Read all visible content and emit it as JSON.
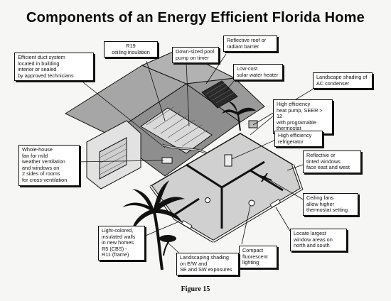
{
  "title": "Components of an Energy Efficient Florida Home",
  "callouts": {
    "duct": "Efficient duct system\nlocated in building\ninterior or sealed\nby approved technicians",
    "ceiling_insulation": "R19\nceiling insulation",
    "pool_pump": "Down-sized pool\npump on timer",
    "reflective_roof": "Reflective roof or\nradiant barrier",
    "solar_water": "Low-cost\nsolar water heater",
    "landscape_ac": "Landscape shading of\nAC condenser",
    "heat_pump": "High efficiency\nheat pump, SEER > 12\nwith programable\nthermostat",
    "refrigerator": "High efficiency\nrefrigerator",
    "tinted_windows": "Reflective or\ntinted windows\nface east and west",
    "whole_house_fan": "Whole-house\nfan for mild\nweather ventilation\nand windows on\n2 sides of rooms\nfor cross-ventilation",
    "ceiling_fans": "Ceiling fans\nallow higher\nthermostat setting",
    "insulated_walls": "Light-colored,\ninsulated walls\nin new homes\nR5 (CBS) -\nR11 (frame)",
    "window_areas": "Locate largest\nwindow areas on\nnorth and south",
    "fluorescent": "Compact\nfluorescent\nlighting",
    "landscaping_shading": "Landscaping shading\non E/W and\nSE and SW exposures"
  },
  "figure_label": "Figure 15",
  "colors": {
    "background": "#f6f6f4",
    "ink": "#111111",
    "roof_shade": "#9c9c9c",
    "floor_shade": "#c9c9c9",
    "callout_fill": "#ffffff"
  }
}
